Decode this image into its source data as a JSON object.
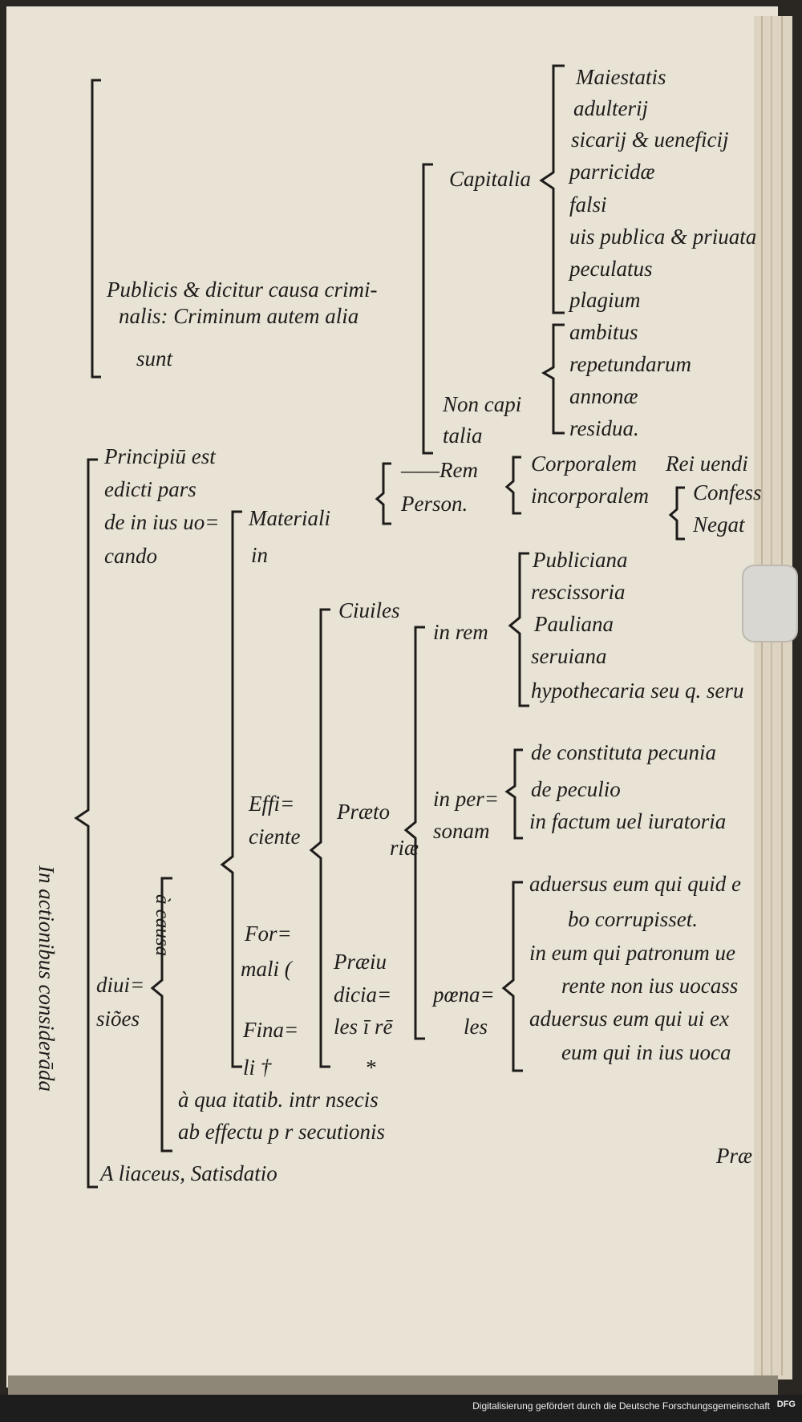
{
  "outline": {
    "publicis": [
      "Publicis & dicitur causa crimi-",
      "nalis: Criminum autem alia",
      "sunt"
    ],
    "capitalia": "Capitalia",
    "capitalia_items": [
      "Maiestatis",
      "adulterij",
      "sicarij & ueneficij",
      "parricidæ",
      "falsi",
      "uis publica & priuata",
      "peculatus",
      "plagium"
    ],
    "non_capitalia": [
      "Non capi",
      "talia"
    ],
    "non_capitalia_items": [
      "ambitus",
      "repetundarum",
      "annonæ",
      "residua."
    ],
    "principium": [
      "Principiū est",
      "edicti pars",
      "de in ius uo=",
      "cando"
    ],
    "rem": "——Rem",
    "person": "Person.",
    "corporalem": "Corporalem",
    "rei_uendi": "Rei uendi",
    "incorporalem": "incorporalem",
    "confess": "Confess",
    "negat": "Negat",
    "materiali": [
      "Materiali",
      "in"
    ],
    "ciuiles": "Ciuiles",
    "in_rem": "in rem",
    "in_rem_items": [
      "Publiciana",
      "rescissoria",
      "Pauliana",
      "seruiana",
      "hypothecaria seu q. seru"
    ],
    "in_personam": [
      "in per=",
      "sonam"
    ],
    "in_personam_items": [
      "de constituta pecunia",
      "de peculio",
      "in factum uel iuratoria"
    ],
    "vertical_label": "In actionibus considerāda",
    "efficiente": [
      "Effi=",
      "ciente"
    ],
    "praetoriae": [
      "Præto",
      "riæ"
    ],
    "a_causa": "à causa",
    "formali": [
      "For=",
      "mali ("
    ],
    "praeiudiciales": [
      "Præiu",
      "dicia=",
      "les ī rē"
    ],
    "poenales": [
      "pœna=",
      "les"
    ],
    "poenales_items": [
      "aduersus eum qui quid e",
      "bo corrupisset.",
      "in eum qui patronum ue",
      "rente non ius uocass",
      "aduersus eum qui ui ex",
      "eum qui in ius uoca"
    ],
    "diuisiones": [
      "diui=",
      "siões"
    ],
    "finali": [
      "Fina=",
      "li   †"
    ],
    "asterisk": "*",
    "a_qua": "à qua itatib. intr nsecis",
    "ab_effectu": "ab effectu p r secutionis",
    "aliaceus": "A liaceus, Satisdatio",
    "prae": "Præ"
  },
  "footer": {
    "text": "Digitalisierung gefördert durch die Deutsche Forschungsgemeinschaft",
    "logo": "DFG"
  }
}
